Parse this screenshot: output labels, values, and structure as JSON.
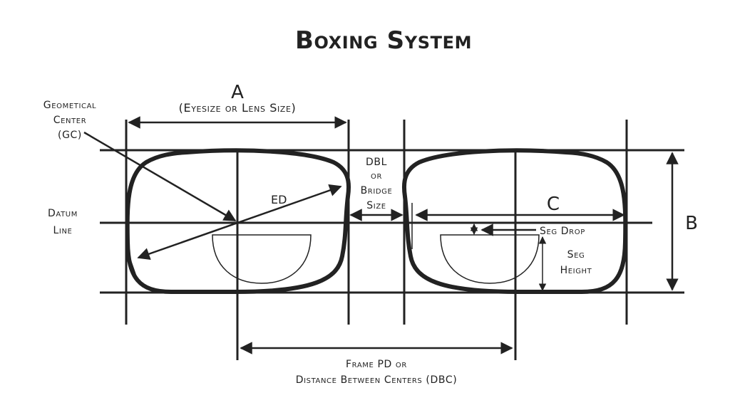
{
  "title": "Boxing System",
  "labels": {
    "a_letter": "A",
    "a_desc": "(Eyesize or Lens Size)",
    "gc_line1": "Geometical",
    "gc_line2": "Center",
    "gc_line3": "(GC)",
    "ed": "ED",
    "datum_line1": "Datum",
    "datum_line2": "Line",
    "dbl_line1": "DBL",
    "dbl_line2": "or",
    "dbl_line3": "Bridge",
    "dbl_line4": "Size",
    "c_letter": "C",
    "b_letter": "B",
    "seg_drop": "Seg Drop",
    "seg_height_line1": "Seg",
    "seg_height_line2": "Height",
    "frame_pd_line1": "Frame PD or",
    "frame_pd_line2": "Distance Between Centers (DBC)"
  },
  "colors": {
    "ink": "#222222",
    "background": "#ffffff"
  }
}
